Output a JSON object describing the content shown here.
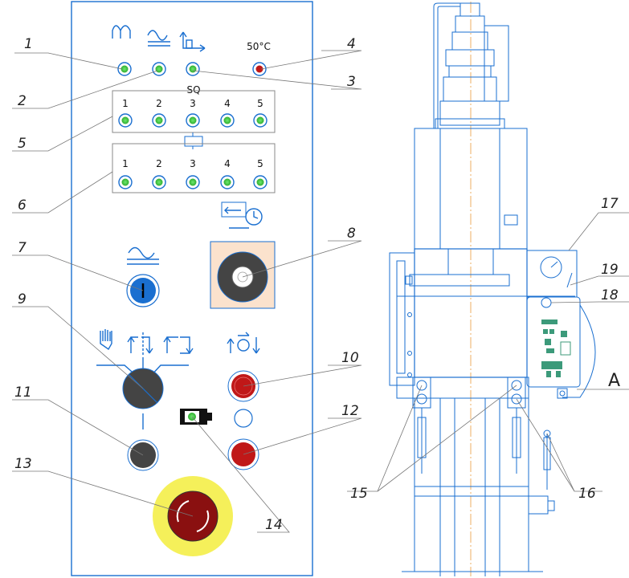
{
  "panel": {
    "temperature_label": "50°C",
    "sq_label": "SQ",
    "sq_numbers": [
      "1",
      "2",
      "3",
      "4",
      "5"
    ],
    "row6_numbers": [
      "1",
      "2",
      "3",
      "4",
      "5"
    ]
  },
  "callouts": {
    "c1": "1",
    "c2": "2",
    "c3": "3",
    "c4": "4",
    "c5": "5",
    "c6": "6",
    "c7": "7",
    "c8": "8",
    "c9": "9",
    "c10": "10",
    "c11": "11",
    "c12": "12",
    "c13": "13",
    "c14": "14",
    "c15": "15",
    "c16": "16",
    "c17": "17",
    "c18": "18",
    "c19": "19",
    "cA": "A"
  },
  "colors": {
    "outline": "#1a6fd0",
    "indicator_green": "#37c837",
    "indicator_red": "#c01818",
    "button_blue": "#1a6fd0",
    "button_dark": "#444444",
    "button_red": "#c01818",
    "estop_yellow": "#f5f05a",
    "estop_red": "#8a1010",
    "timer_panel_bg": "#fbe2cd",
    "centerline": "#e89b3c"
  }
}
